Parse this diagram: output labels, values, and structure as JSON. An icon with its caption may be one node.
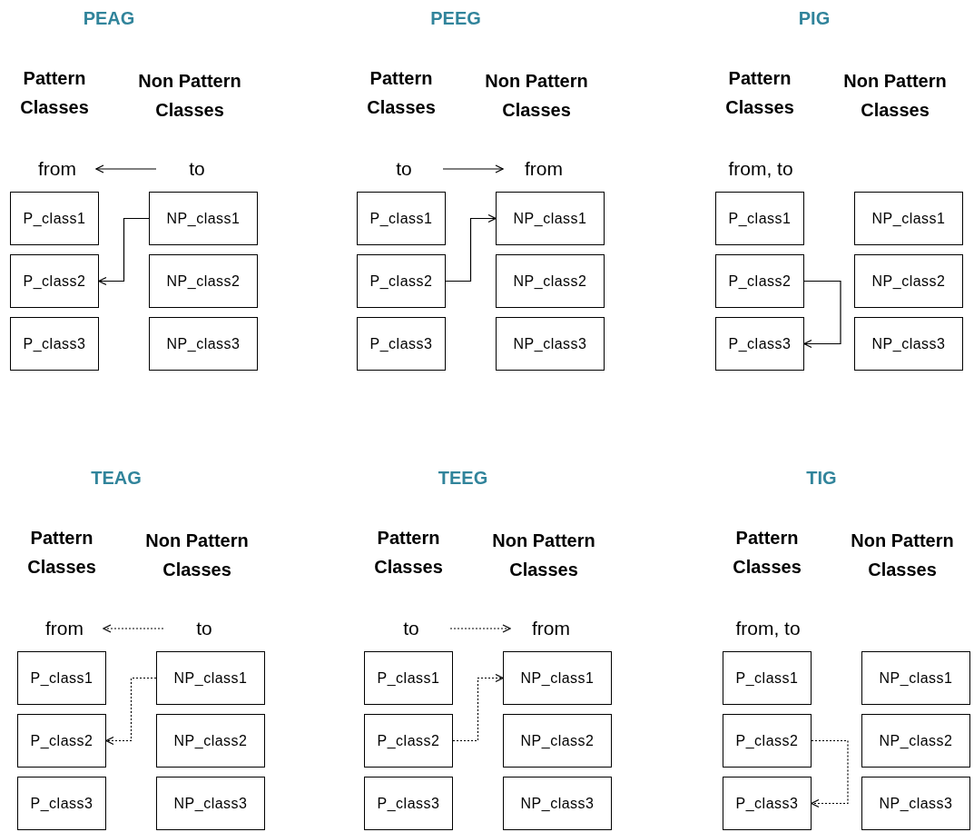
{
  "diagram": {
    "nodes": [
      {
        "text": [
          "from"
        ]
      },
      {
        "text": [
          "to"
        ]
      },
      {
        "text": [
          "P_class1"
        ]
      },
      {
        "text": [
          "NP_class1"
        ]
      },
      {
        "text": [
          "P_class2"
        ]
      },
      {
        "text": [
          "NP_class2"
        ]
      },
      {
        "text": [
          "P_class3"
        ]
      },
      {
        "text": [
          "NP_class3"
        ]
      },
      {
        "text": [
          "to"
        ]
      },
      {
        "text": [
          "from"
        ]
      },
      {
        "text": [
          "P_class1"
        ]
      },
      {
        "text": [
          "NP_class1"
        ]
      },
      {
        "text": [
          "P_class2"
        ]
      },
      {
        "text": [
          "NP_class2"
        ]
      },
      {
        "text": [
          "P_class3"
        ]
      },
      {
        "text": [
          "NP_class3"
        ]
      },
      {
        "text": [
          "P_class1"
        ]
      },
      {
        "text": [
          "NP_class1"
        ]
      },
      {
        "text": [
          "P_class2"
        ]
      },
      {
        "text": [
          "NP_class2"
        ]
      },
      {
        "text": [
          "P_class3"
        ]
      },
      {
        "text": [
          "NP_class3"
        ]
      },
      {
        "text": [
          "from"
        ]
      },
      {
        "text": [
          "to"
        ]
      },
      {
        "text": [
          "P_class1"
        ]
      },
      {
        "text": [
          "NP_class1"
        ]
      },
      {
        "text": [
          "P_class2"
        ]
      },
      {
        "text": [
          "NP_class2"
        ]
      },
      {
        "text": [
          "P_class3"
        ]
      },
      {
        "text": [
          "NP_class3"
        ]
      },
      {
        "text": [
          "to"
        ]
      },
      {
        "text": [
          "from"
        ]
      },
      {
        "text": [
          "P_class1"
        ]
      },
      {
        "text": [
          "NP_class1"
        ]
      },
      {
        "text": [
          "P_class2"
        ]
      },
      {
        "text": [
          "NP_class2"
        ]
      },
      {
        "text": [
          "P_class3"
        ]
      },
      {
        "text": [
          "NP_class3"
        ]
      },
      {
        "text": [
          "P_class1"
        ]
      },
      {
        "text": [
          "NP_class1"
        ]
      },
      {
        "text": [
          "P_class2"
        ]
      },
      {
        "text": [
          "NP_class2"
        ]
      },
      {
        "text": [
          "P_class3"
        ]
      },
      {
        "text": [
          "NP_class3"
        ]
      }
    ],
    "edges": [
      {
        "from": 1,
        "to": 0,
        "arrow": "to"
      },
      {
        "from": 3,
        "to": 4,
        "arrow": "to"
      },
      {
        "from": 8,
        "to": 9,
        "arrow": "to"
      },
      {
        "from": 12,
        "to": 11,
        "arrow": "to"
      },
      {
        "from": 18,
        "to": 20,
        "arrow": "to"
      },
      {
        "from": 23,
        "to": 22,
        "arrow": "to",
        "style": "dashed"
      },
      {
        "from": 25,
        "to": 26,
        "arrow": "to",
        "style": "dashed"
      },
      {
        "from": 30,
        "to": 31,
        "arrow": "to",
        "style": "dashed"
      },
      {
        "from": 34,
        "to": 33,
        "arrow": "to",
        "style": "dashed"
      },
      {
        "from": 40,
        "to": 42,
        "arrow": "to",
        "style": "dashed"
      }
    ],
    "labels": [
      "PEAG",
      "PEEG",
      "PIG",
      "Pattern Classes",
      "Non Pattern Classes",
      "Pattern Classes",
      "Non Pattern Classes",
      "Pattern Classes",
      "Non Pattern Classes",
      "from, to",
      "TEAG",
      "TEEG",
      "TIG",
      "Pattern Classes",
      "Non Pattern Classes",
      "Pattern Classes",
      "Non Pattern Classes",
      "Pattern Classes",
      "Non Pattern Classes",
      "from, to"
    ]
  }
}
